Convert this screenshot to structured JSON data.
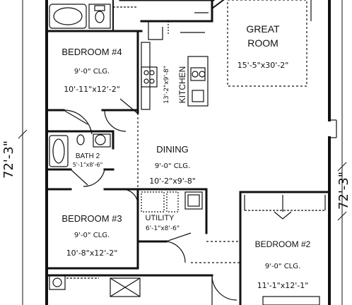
{
  "rooms": {
    "great_room": {
      "name_line1": "GREAT",
      "name_line2": "ROOM",
      "size": "15'-5\"x30'-2\""
    },
    "bedroom4": {
      "name": "BEDROOM #4",
      "ceiling": "9'-0\" CLG.",
      "size": "10'-11\"x12'-2\""
    },
    "bedroom3": {
      "name": "BEDROOM #3",
      "ceiling": "9'-0\" CLG.",
      "size": "10'-8\"x12'-2\""
    },
    "bedroom2": {
      "name": "BEDROOM #2",
      "ceiling": "9'-0\" CLG.",
      "size": "11'-1\"x12'-1\""
    },
    "bath2": {
      "name": "BATH 2",
      "size": "5'-1\"x8'-6\""
    },
    "dining": {
      "name": "DINING",
      "ceiling": "9'-0\" CLG.",
      "size": "10'-2\"x9'-8\""
    },
    "kitchen": {
      "name": "KITCHEN",
      "size": "13'-2\"x9'-8\""
    },
    "utility": {
      "name": "UTILITY",
      "size": "6'-1\"x8'-6\""
    }
  },
  "dimensions": {
    "left": "72'-3\"",
    "right": "72'-3\""
  }
}
